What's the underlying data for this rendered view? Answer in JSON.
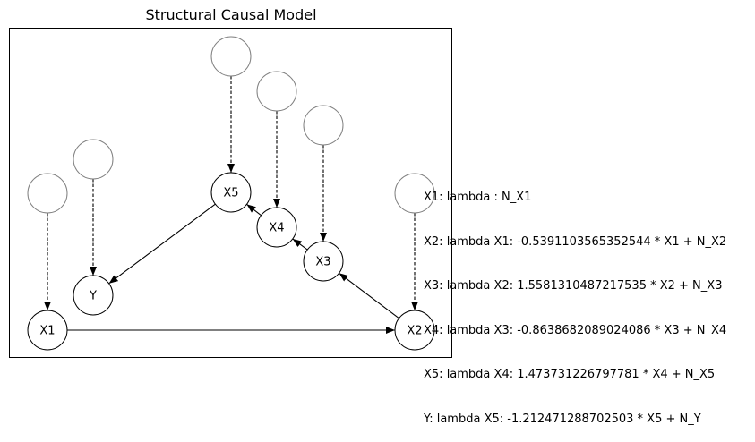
{
  "title": "Structural Causal Model",
  "nodes": [
    {
      "id": "X1",
      "label": "X1",
      "kind": "variable"
    },
    {
      "id": "X2",
      "label": "X2",
      "kind": "variable"
    },
    {
      "id": "X3",
      "label": "X3",
      "kind": "variable"
    },
    {
      "id": "X4",
      "label": "X4",
      "kind": "variable"
    },
    {
      "id": "X5",
      "label": "X5",
      "kind": "variable"
    },
    {
      "id": "Y",
      "label": "Y",
      "kind": "variable"
    },
    {
      "id": "N_X1",
      "label": "",
      "kind": "noise"
    },
    {
      "id": "N_Y",
      "label": "",
      "kind": "noise"
    },
    {
      "id": "N_X5",
      "label": "",
      "kind": "noise"
    },
    {
      "id": "N_X4",
      "label": "",
      "kind": "noise"
    },
    {
      "id": "N_X3",
      "label": "",
      "kind": "noise"
    },
    {
      "id": "N_X2",
      "label": "",
      "kind": "noise"
    }
  ],
  "edges": [
    {
      "from": "X1",
      "to": "X2",
      "style": "solid"
    },
    {
      "from": "X2",
      "to": "X3",
      "style": "solid"
    },
    {
      "from": "X3",
      "to": "X4",
      "style": "solid"
    },
    {
      "from": "X4",
      "to": "X5",
      "style": "solid"
    },
    {
      "from": "X5",
      "to": "Y",
      "style": "solid"
    },
    {
      "from": "N_X1",
      "to": "X1",
      "style": "dashed"
    },
    {
      "from": "N_Y",
      "to": "Y",
      "style": "dashed"
    },
    {
      "from": "N_X5",
      "to": "X5",
      "style": "dashed"
    },
    {
      "from": "N_X4",
      "to": "X4",
      "style": "dashed"
    },
    {
      "from": "N_X3",
      "to": "X3",
      "style": "dashed"
    },
    {
      "from": "N_X2",
      "to": "X2",
      "style": "dashed"
    }
  ],
  "equations": [
    "X1: lambda : N_X1",
    "X2: lambda X1: -0.5391103565352544 * X1 + N_X2",
    "X3: lambda X2: 1.5581310487217535 * X2 + N_X3",
    "X4: lambda X3: -0.8638682089024086 * X3 + N_X4",
    "X5: lambda X4: 1.473731226797781 * X4 + N_X5",
    "Y: lambda X5: -1.212471288702503 * X5 + N_Y"
  ],
  "colors": {
    "variable_stroke": "#000000",
    "noise_stroke": "#808080",
    "edge": "#000000"
  }
}
